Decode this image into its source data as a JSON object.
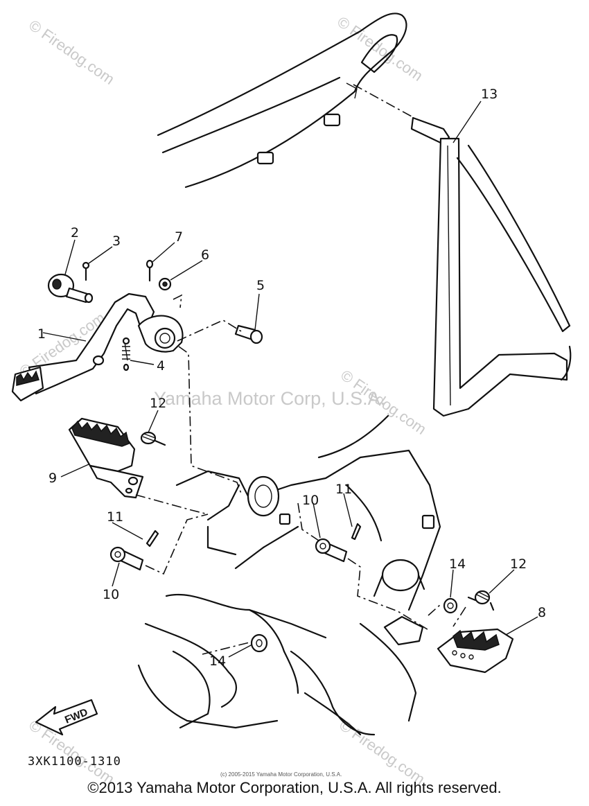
{
  "watermarks": {
    "site": "© Firedog.com",
    "overlay": "Yamaha Motor Corp, U.S.A."
  },
  "callouts": {
    "c1": "1",
    "c2": "2",
    "c3": "3",
    "c4": "4",
    "c5": "5",
    "c6": "6",
    "c7": "7",
    "c8": "8",
    "c9": "9",
    "c10a": "10",
    "c10b": "10",
    "c11a": "11",
    "c11b": "11",
    "c12a": "12",
    "c12b": "12",
    "c13": "13",
    "c14a": "14",
    "c14b": "14"
  },
  "fwd_label": "FWD",
  "figure_code": "3XK1100-1310",
  "small_print": "(c) 2005-2015 Yamaha Motor Corporation, U.S.A.",
  "footer": "©2013 Yamaha Motor Corporation, U.S.A. All rights reserved."
}
